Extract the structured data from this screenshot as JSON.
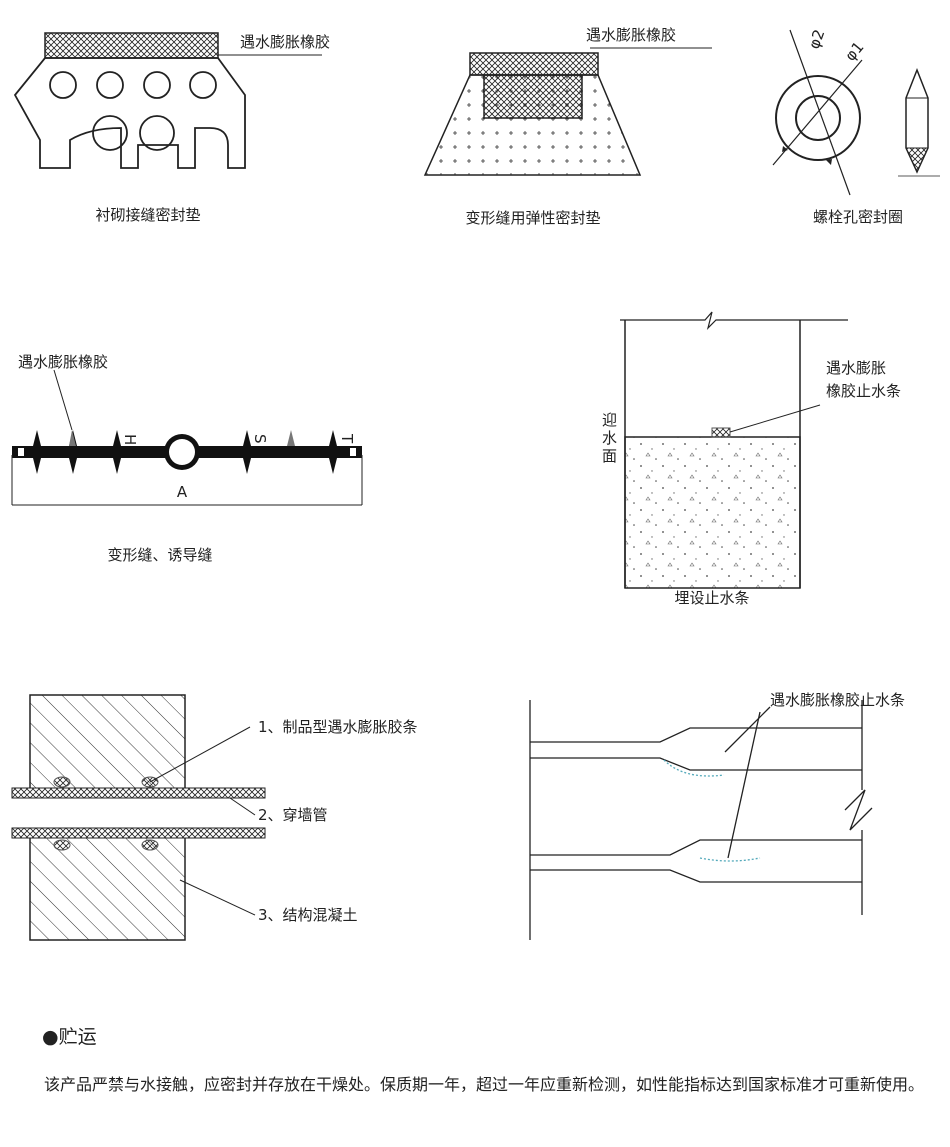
{
  "diagrams": {
    "lining": {
      "label": "遇水膨胀橡胶",
      "caption": "衬砌接缝密封垫"
    },
    "deformation_gasket": {
      "label": "遇水膨胀橡胶",
      "caption": "变形缝用弹性密封垫"
    },
    "bolt_ring": {
      "phi2": "φ2",
      "phi1": "φ1",
      "caption": "螺栓孔密封圈"
    },
    "waterstop": {
      "label": "遇水膨胀橡胶",
      "h": "H",
      "s": "S",
      "t": "T",
      "a": "A",
      "caption": "变形缝、诱导缝"
    },
    "embedded": {
      "label_line1": "遇水膨胀",
      "label_line2": "橡胶止水条",
      "face_1": "迎",
      "face_2": "水",
      "face_3": "面",
      "caption": "埋设止水条"
    },
    "wall_pipe": {
      "item1": "1、制品型遇水膨胀胶条",
      "item2": "2、穿墙管",
      "item3": "3、结构混凝土"
    },
    "pipe_joint": {
      "label": "遇水膨胀橡胶止水条"
    }
  },
  "storage": {
    "heading": "●贮运",
    "text": "该产品严禁与水接触，应密封并存放在干燥处。保质期一年，超过一年应重新检测，如性能指标达到国家标准才可重新使用。"
  }
}
